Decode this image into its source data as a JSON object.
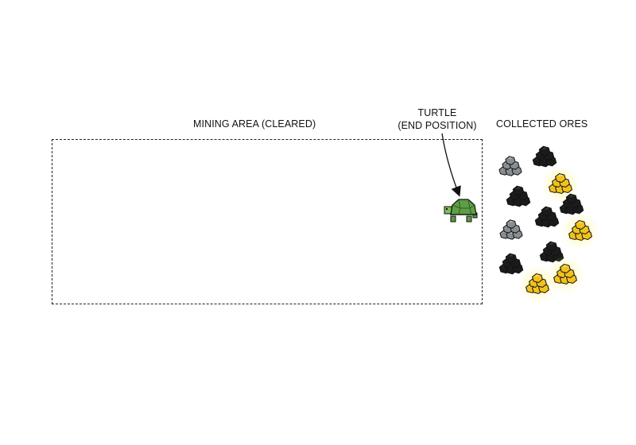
{
  "labels": {
    "mining_area": "MINING AREA (CLEARED)",
    "turtle_line1": "TURTLE",
    "turtle_line2": "(END POSITION)",
    "collected_ores": "COLLECTED ORES"
  },
  "colors": {
    "coal": "#1b1b1b",
    "stone": "#8a8d90",
    "gold": "#f2c21b",
    "turtle": "#6aa84f",
    "outline": "#111111"
  },
  "ores": [
    {
      "kind": "stone",
      "label": ""
    },
    {
      "kind": "coal",
      "label": ""
    },
    {
      "kind": "gold",
      "label": ""
    },
    {
      "kind": "coal",
      "label": ""
    },
    {
      "kind": "coal",
      "label": ""
    },
    {
      "kind": "coal",
      "label": ""
    },
    {
      "kind": "stone",
      "label": ""
    },
    {
      "kind": "gold",
      "label": ""
    },
    {
      "kind": "coal",
      "label": ""
    },
    {
      "kind": "coal",
      "label": ""
    },
    {
      "kind": "gold",
      "label": ""
    },
    {
      "kind": "gold",
      "label": ""
    }
  ]
}
